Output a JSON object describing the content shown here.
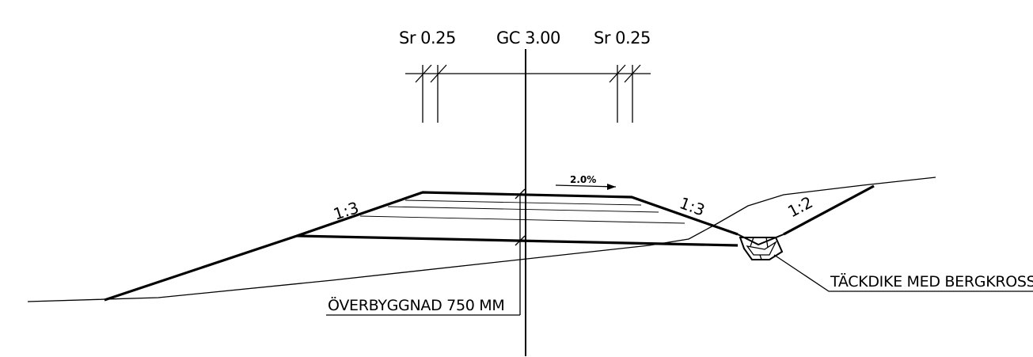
{
  "dimensions": {
    "left_shoulder": "Sr  0.25",
    "center_path": "GC  3.00",
    "right_shoulder": "Sr  0.25"
  },
  "slopes": {
    "left_fill": "1:3",
    "right_fill": "1:3",
    "right_backslope": "1:2"
  },
  "cross_slope": "2.0%",
  "callouts": {
    "pavement": "ÖVERBYGGNAD 750 MM",
    "ditch": "TÄCKDIKE MED BERGKROSS"
  }
}
